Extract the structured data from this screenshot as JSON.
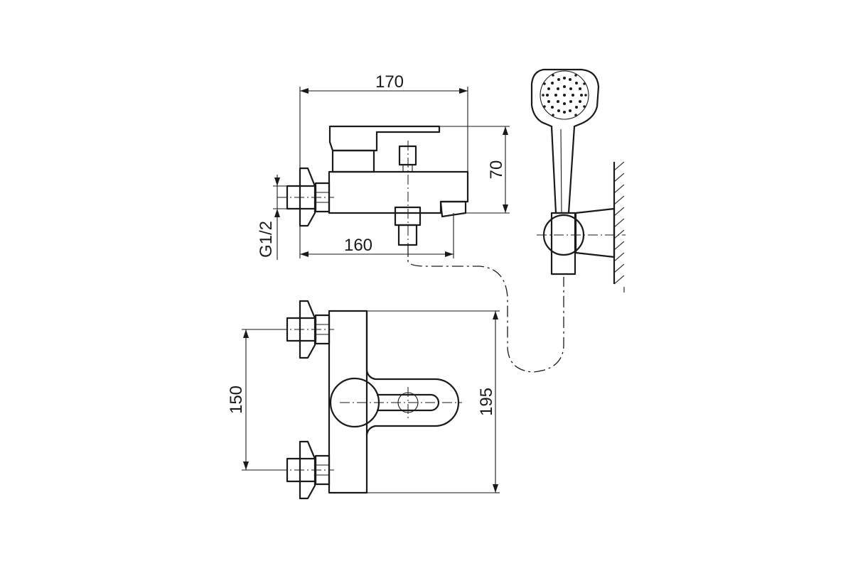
{
  "dimensions": {
    "overall_width": "170",
    "inlet_to_spout": "160",
    "body_height": "70",
    "thread": "G1/2",
    "inlet_spacing": "150",
    "front_width": "195"
  }
}
